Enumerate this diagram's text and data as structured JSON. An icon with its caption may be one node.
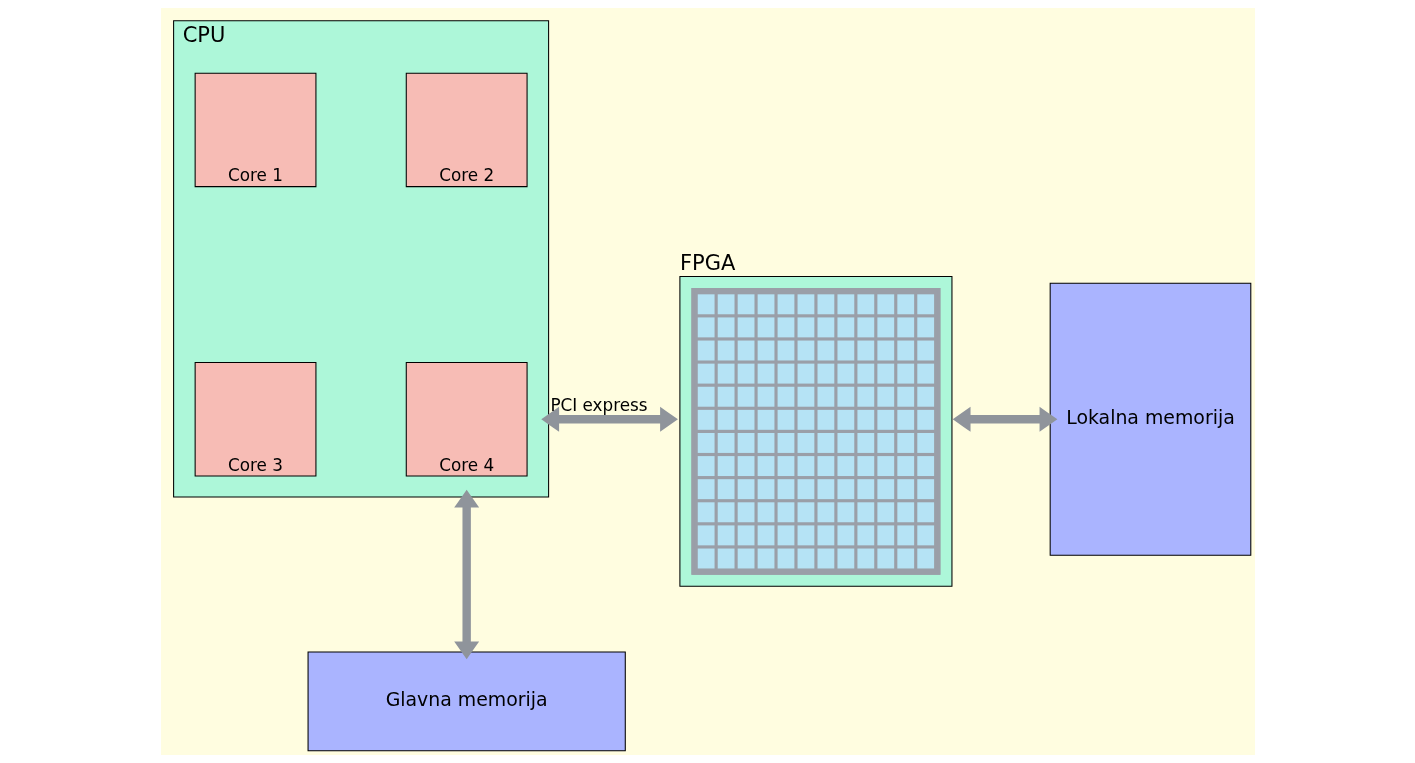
{
  "diagram": {
    "nodes": [
      {
        "text": [
          "CPU"
        ]
      },
      {
        "text": [
          "Core 1"
        ],
        "in": 0
      },
      {
        "text": [
          "Core 2"
        ],
        "in": 0
      },
      {
        "text": [
          "Core 3"
        ],
        "in": 0
      },
      {
        "text": [
          "Core 4"
        ],
        "in": 0
      },
      {
        "text": [
          "FPGA"
        ]
      },
      {
        "text": [
          "Glavna memorija"
        ]
      },
      {
        "text": [
          "Lokalna memorija"
        ]
      }
    ],
    "edges": [
      {
        "from": 0,
        "to": 5,
        "arrow": "both",
        "label": "PCI express"
      },
      {
        "from": 5,
        "to": 7,
        "arrow": "both"
      },
      {
        "from": 0,
        "to": 6,
        "arrow": "both"
      }
    ]
  }
}
